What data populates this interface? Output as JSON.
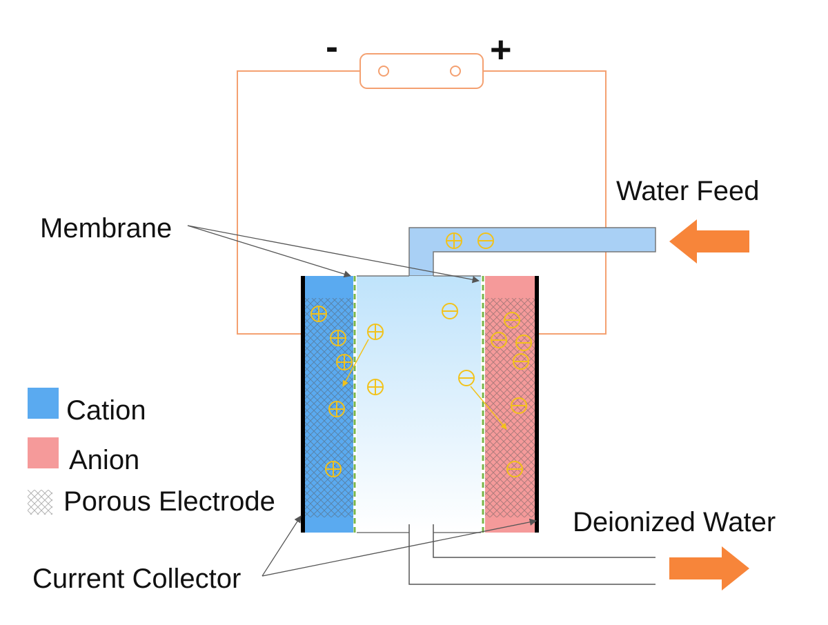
{
  "battery": {
    "negative_sign": "-",
    "positive_sign": "+"
  },
  "labels": {
    "water_feed": "Water Feed",
    "membrane": "Membrane",
    "deionized_water": "Deionized Water",
    "current_collector": "Current Collector"
  },
  "legend": {
    "cation": "Cation",
    "anion": "Anion",
    "porous_electrode": "Porous Electrode"
  },
  "colors": {
    "cation_electrode": "#5aaaf0",
    "anion_electrode": "#f59a9a",
    "wire": "#f4a070",
    "flow_arrow": "#f7853a",
    "ion_symbol": "#f2c21a",
    "membrane": "#7ab648",
    "feed_channel": "#a9d0f5"
  }
}
